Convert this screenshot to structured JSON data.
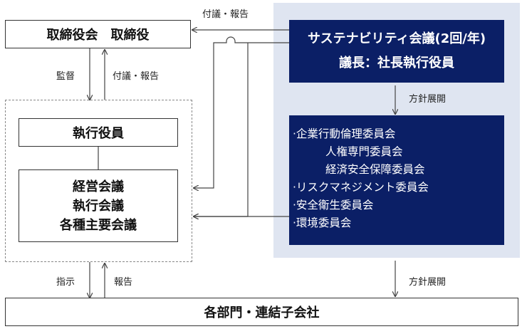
{
  "board": {
    "label": "取締役会　取締役"
  },
  "flow_labels": {
    "board_top": "付議・報告",
    "supervise": "監督",
    "submit_report": "付議・報告",
    "policy_1": "方針展開",
    "instruct": "指示",
    "report": "報告",
    "policy_2": "方針展開"
  },
  "exec_officers": {
    "label": "執行役員"
  },
  "meetings": {
    "lines": [
      "経営会議",
      "執行会議",
      "各種主要会議"
    ]
  },
  "sustainability": {
    "title": "サステナビリティ会議(2回/年)",
    "chair": "議長：社長執行役員"
  },
  "committees": {
    "items": [
      "·企業行動倫理委員会",
      "人権専門委員会",
      "経済安全保障委員会",
      "·リスクマネジメント委員会",
      "·安全衛生委員会",
      "·環境委員会"
    ]
  },
  "departments": {
    "label": "各部門・連結子会社"
  }
}
